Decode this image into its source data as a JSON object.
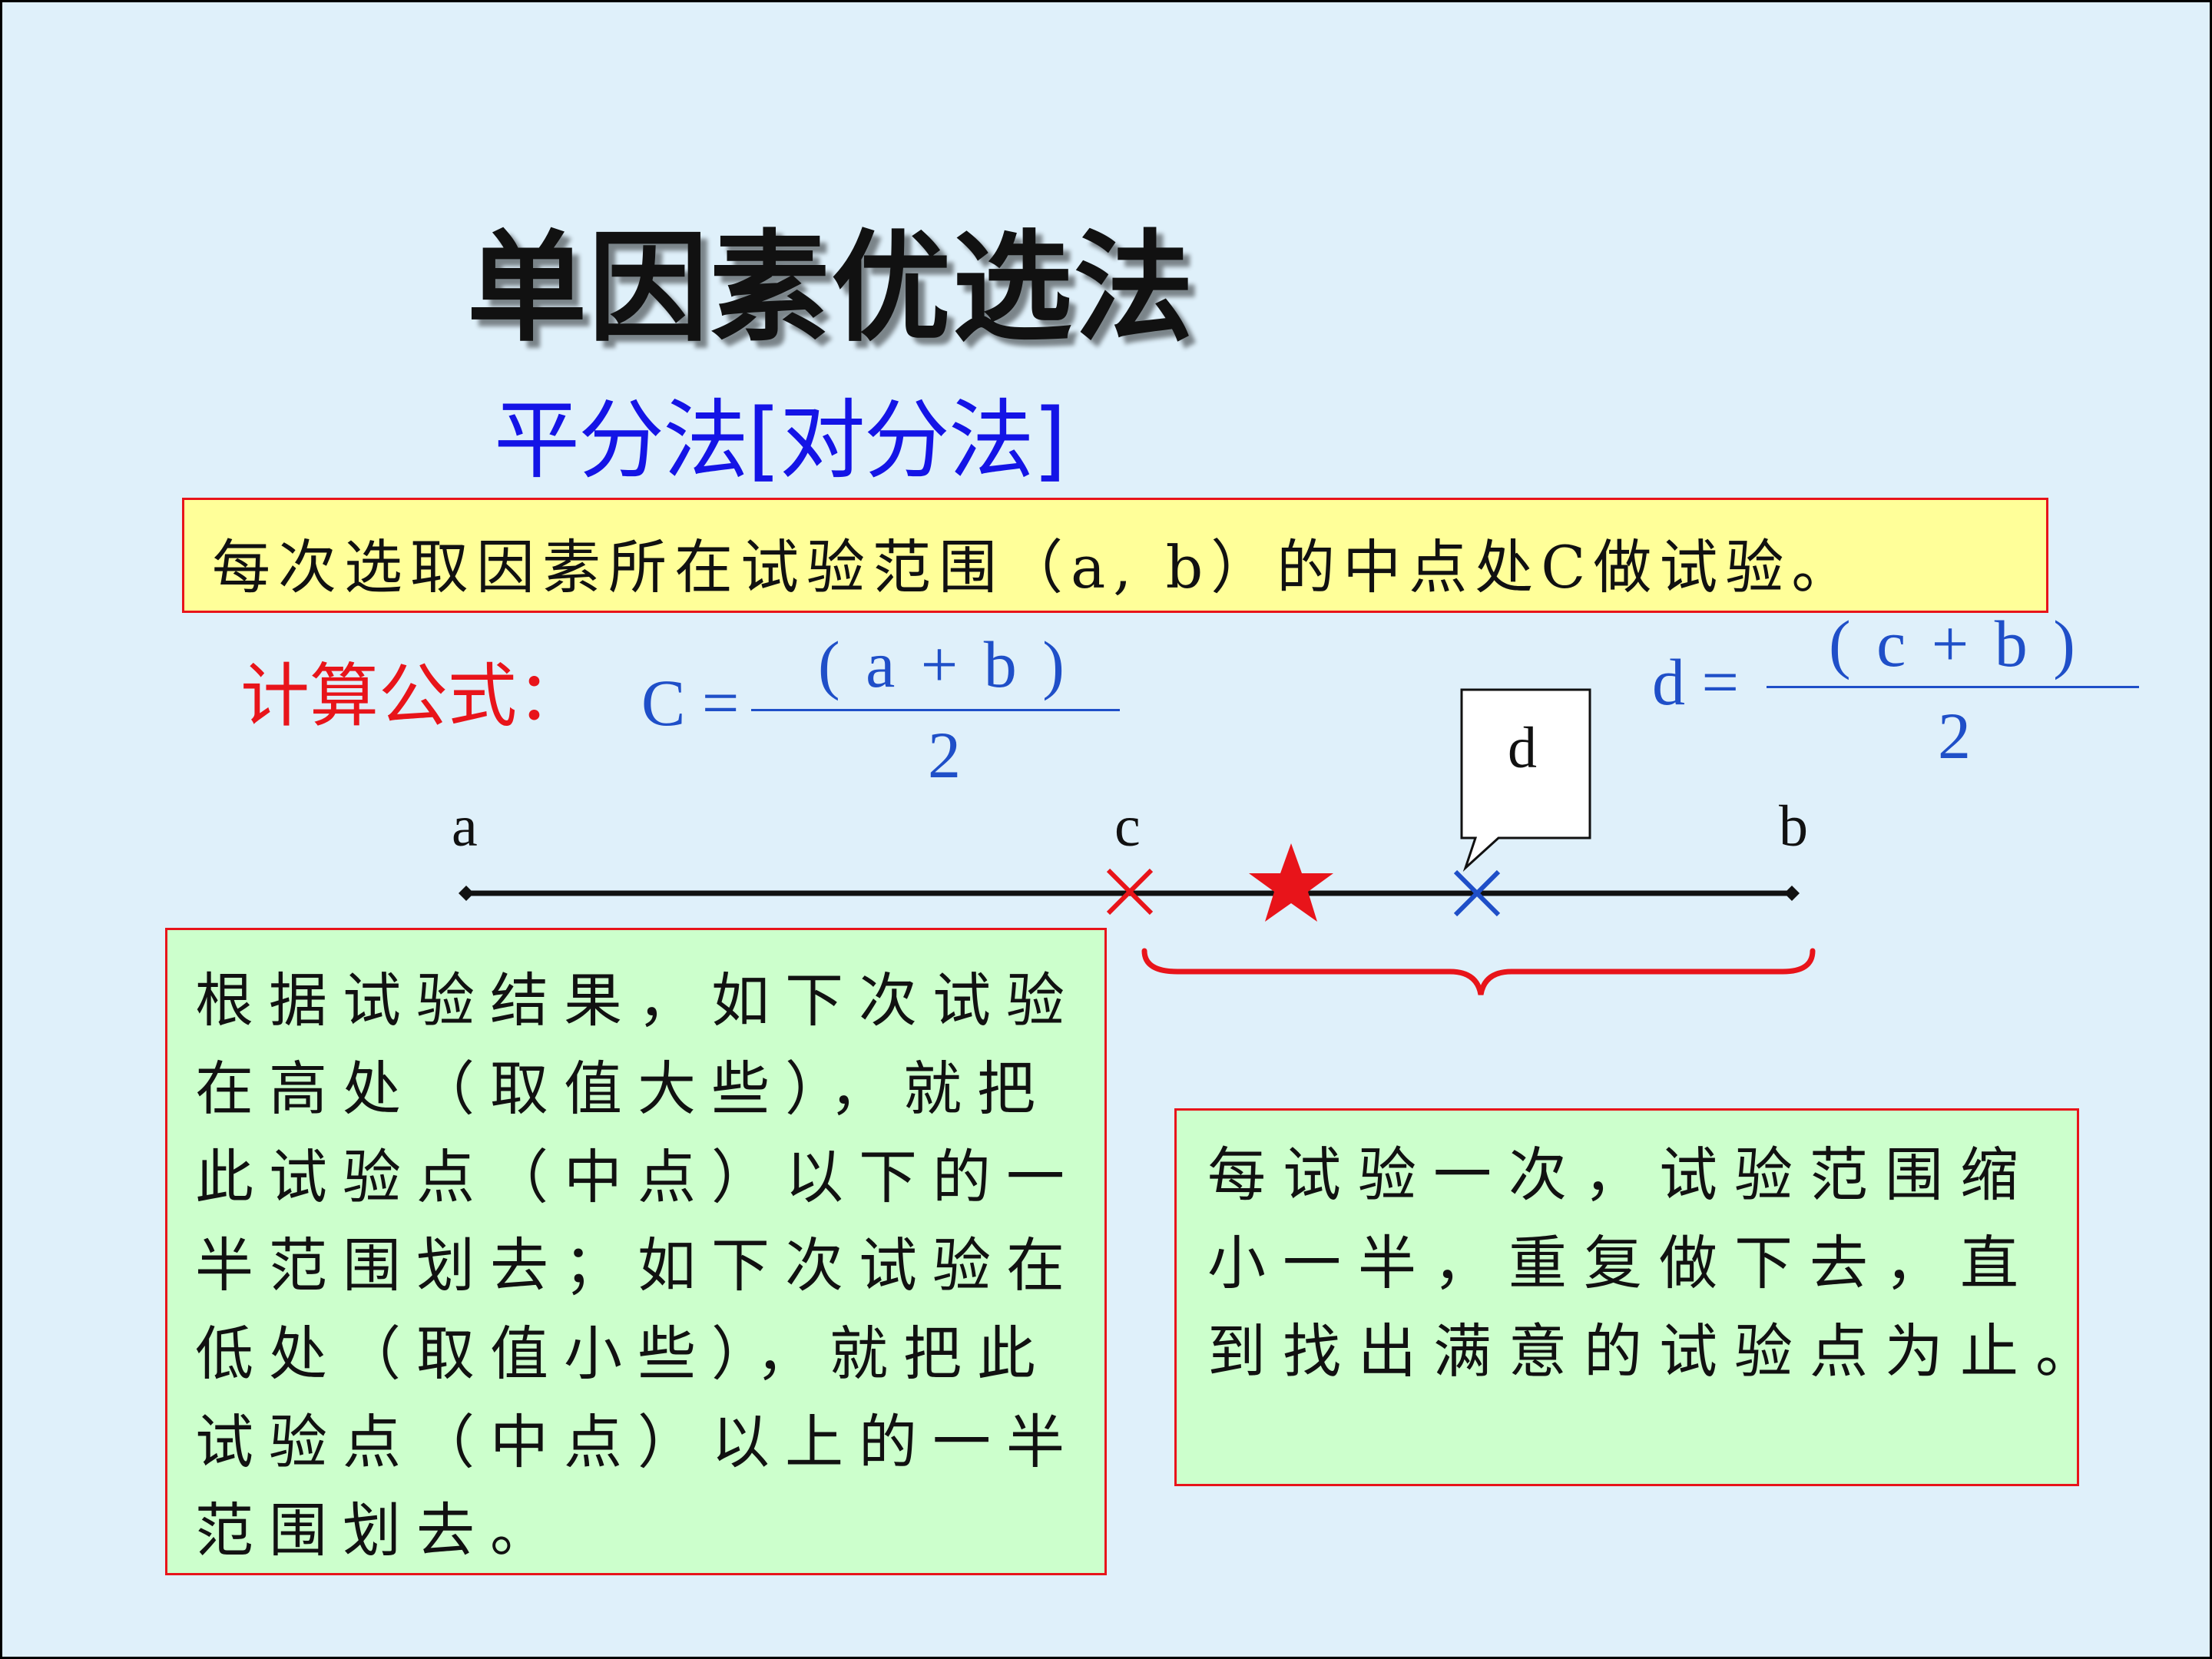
{
  "title": "单因素优选法",
  "subtitle": "平分法[对分法]",
  "definition": "每次选取因素所在试验范围（a, b）的中点处C做试验。",
  "formula_label": "计算公式：",
  "formula_c": {
    "lhs": "C =",
    "numerator": "( a + b )",
    "denominator": "2"
  },
  "formula_d": {
    "lhs": "d =",
    "numerator": "( c + b )",
    "denominator": "2"
  },
  "number_line": {
    "label_a": "a",
    "label_c": "c",
    "label_b": "b",
    "callout_d": "d",
    "marker_c_color": "#e8141a",
    "marker_d_color": "#1f4fc8",
    "star_color": "#e8141a",
    "brace_color": "#e8141a"
  },
  "left_note": {
    "lines": [
      "根据试验结果，如下次试验",
      "在高处（取值大些），就把",
      "此试验点（中点）以下的一",
      "半范围划去；如下次试验在",
      "低处（取值小些），就把此",
      "试验点（中点）以上的一半",
      "范围划去。"
    ]
  },
  "right_note": {
    "lines": [
      "每试验一次，试验范围缩",
      "小一半，重复做下去，直",
      "到找出满意的试验点为止。"
    ]
  }
}
